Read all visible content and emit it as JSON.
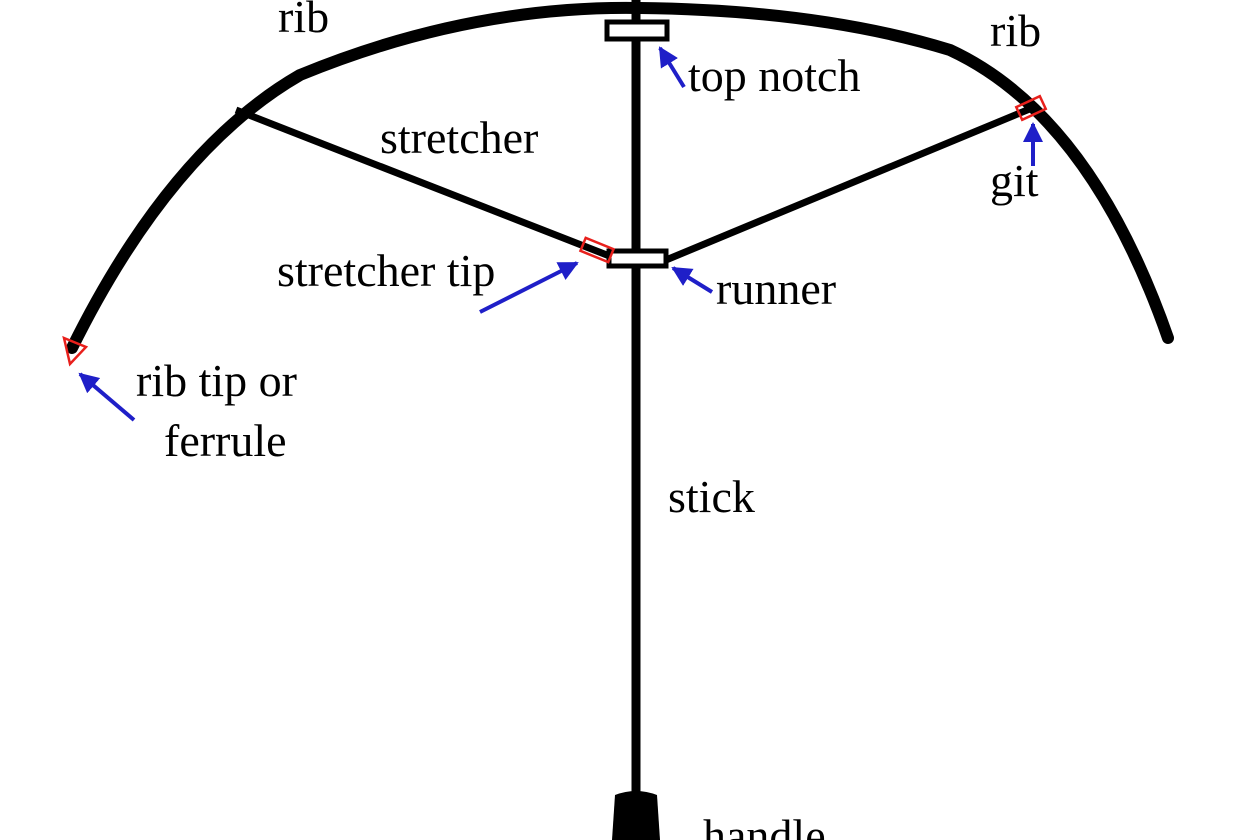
{
  "labels": {
    "rib_left": "rib",
    "rib_right": "rib",
    "top_notch": "top notch",
    "stretcher": "stretcher",
    "git": "git",
    "stretcher_tip": "stretcher tip",
    "runner": "runner",
    "rib_tip_line1": "rib tip or",
    "rib_tip_line2": "ferrule",
    "stick": "stick",
    "handle": "handle"
  },
  "colors": {
    "structure": "#000000",
    "highlight": "#e8201c",
    "arrow": "#1f1fc8",
    "background": "#ffffff"
  }
}
